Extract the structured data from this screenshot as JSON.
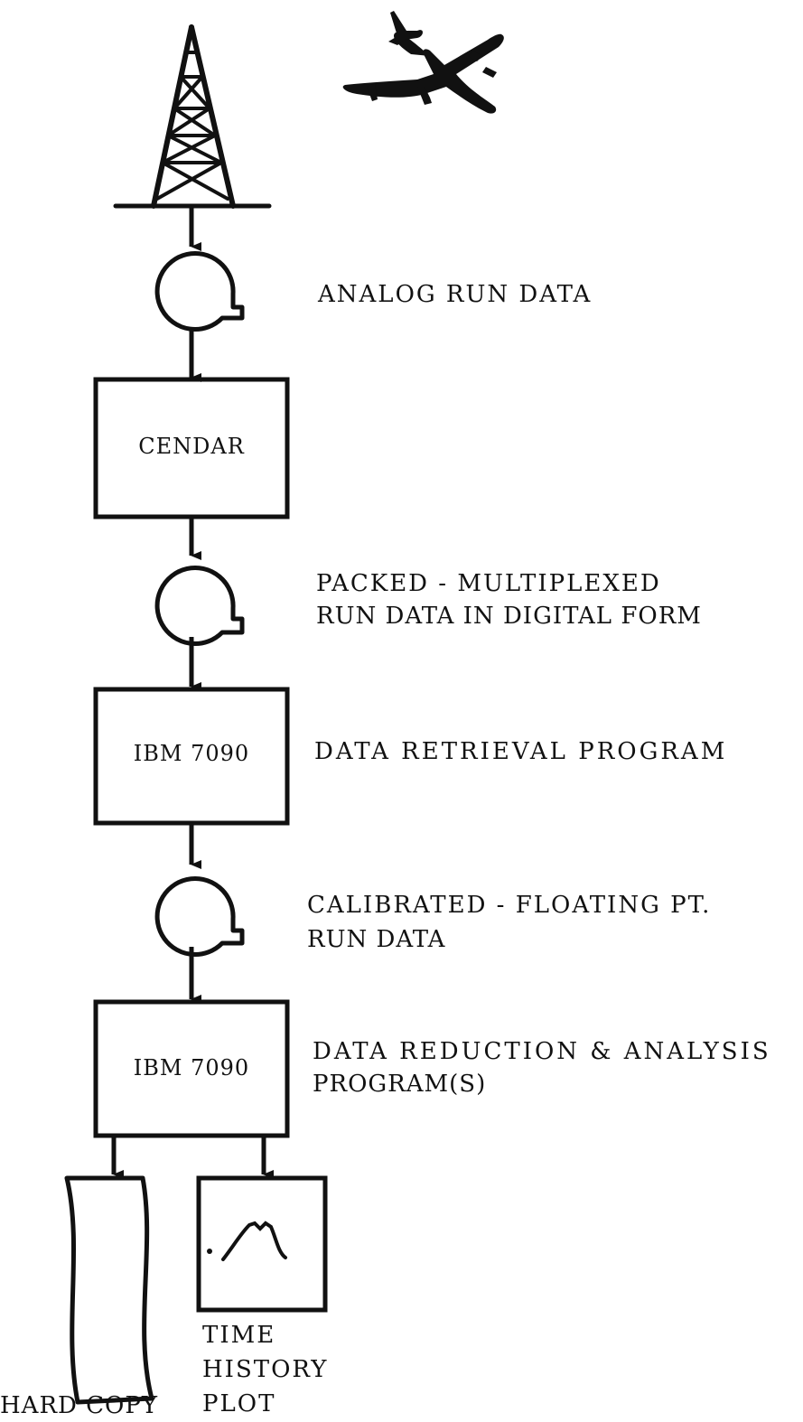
{
  "flow": {
    "steps": [
      {
        "label": "ANALOG RUN DATA"
      },
      {
        "label": "CENDAR"
      },
      {
        "label_line1": "PACKED - MULTIPLEXED",
        "label_line2": "RUN DATA IN DIGITAL FORM"
      },
      {
        "box": "IBM 7090",
        "label": "DATA RETRIEVAL PROGRAM"
      },
      {
        "label_line1": "CALIBRATED - FLOATING PT.",
        "label_line2": "RUN DATA"
      },
      {
        "box": "IBM 7090",
        "label_line1": "DATA REDUCTION & ANALYSIS",
        "label_line2": "PROGRAM(S)"
      }
    ],
    "outputs": {
      "hard_copy": "HARD COPY",
      "plot_line1": "TIME",
      "plot_line2": "HISTORY",
      "plot_line3": "PLOT"
    }
  },
  "icons": [
    "radio-tower-icon",
    "airplane-icon",
    "magnetic-tape-icon",
    "paper-document-icon",
    "plot-display-icon"
  ],
  "colors": {
    "ink": "#111111",
    "background": "#ffffff"
  }
}
